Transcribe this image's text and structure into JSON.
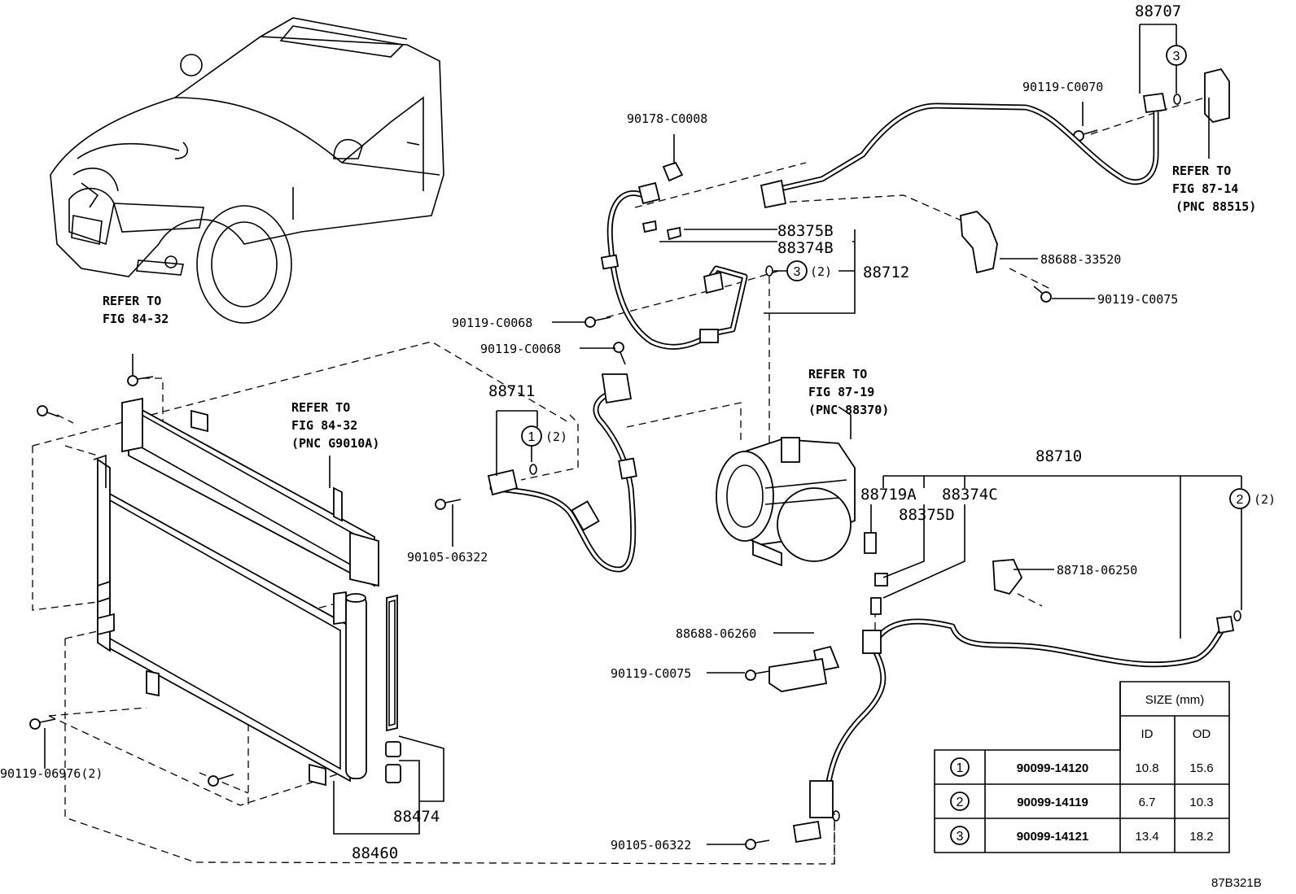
{
  "diagram_code": "87B321B",
  "refs": {
    "r1_l1": "REFER TO",
    "r1_l2": "FIG 84-32",
    "r2_l1": "REFER TO",
    "r2_l2": "FIG 84-32",
    "r2_l3": "(PNC G9010A)",
    "r3_l1": "REFER TO",
    "r3_l2": "FIG 87-19",
    "r3_l3": "(PNC 88370)",
    "r4_l1": "REFER TO",
    "r4_l2": "FIG 87-14",
    "r4_l3": "(PNC 88515)"
  },
  "parts": {
    "p88707": "88707",
    "p90119_C0070": "90119-C0070",
    "p90178_C0008": "90178-C0008",
    "p88375B": "88375B",
    "p88374B": "88374B",
    "p88712": "88712",
    "p88688_33520": "88688-33520",
    "p90119_C0075_a": "90119-C0075",
    "p90119_C0068_a": "90119-C0068",
    "p90119_C0068_b": "90119-C0068",
    "p88711": "88711",
    "p90105_06322_a": "90105-06322",
    "p88710": "88710",
    "p88719A": "88719A",
    "p88374C": "88374C",
    "p88375D": "88375D",
    "p88718_06250": "88718-06250",
    "p88688_06260": "88688-06260",
    "p90119_C0075_b": "90119-C0075",
    "p90105_06322_b": "90105-06322",
    "p90119_06976": "90119-06976(2)",
    "p88474": "88474",
    "p88460": "88460"
  },
  "callouts": {
    "c1": "1",
    "c1_qty": "(2)",
    "c2": "2",
    "c2_qty": "(2)",
    "c3a": "3",
    "c3a_qty": "(2)",
    "c3b": "3"
  },
  "table": {
    "size_header": "SIZE (mm)",
    "col_id": "ID",
    "col_od": "OD",
    "rows": [
      {
        "ref": "1",
        "part": "90099-14120",
        "id": "10.8",
        "od": "15.6"
      },
      {
        "ref": "2",
        "part": "90099-14119",
        "id": "6.7",
        "od": "10.3"
      },
      {
        "ref": "3",
        "part": "90099-14121",
        "id": "13.4",
        "od": "18.2"
      }
    ]
  }
}
